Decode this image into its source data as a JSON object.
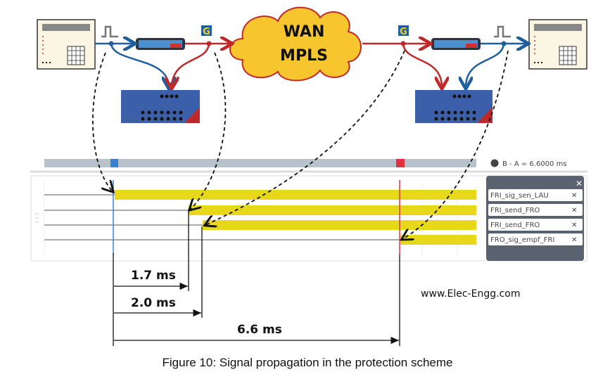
{
  "cloud": {
    "line1": "WAN",
    "line2": "MPLS"
  },
  "goose_icon_letter": "G",
  "timeline": {
    "readout": "B - A =  6.6000 ms",
    "cursor_a_color": "#3a7fd0",
    "cursor_b_color": "#e03040"
  },
  "signals": [
    {
      "name": "FRI_sig_sen_LAU",
      "delay": "0"
    },
    {
      "name": "FRI_send_FRO",
      "delay": "1.7 ms"
    },
    {
      "name": "FRI_send_FRO",
      "delay": "2.0 ms"
    },
    {
      "name": "FRO_sig_empf_FRI",
      "delay": "6.6 ms"
    }
  ],
  "legend_close": "✕",
  "item_remove": "✕",
  "dimensions": [
    "1.7 ms",
    "2.0 ms",
    "6.6 ms"
  ],
  "watermark": "www.Elec-Engg.com",
  "caption": "Figure 10: Signal propagation in the protection scheme",
  "colors": {
    "signal_bar": "#e8d81a",
    "blue_path": "#1f5f9e",
    "red_path": "#c0282a",
    "cloud": "#f7c52e",
    "legend_bg": "#5a6270"
  }
}
